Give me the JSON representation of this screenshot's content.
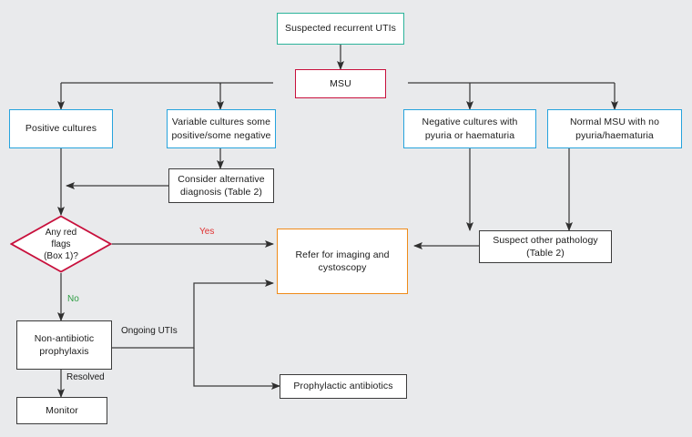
{
  "meta": {
    "title": "Suspected recurrent UTIs management flowchart",
    "background_color": "#e9eaec"
  },
  "palette": {
    "green": "#2bb39a",
    "red": "#c8103c",
    "blue": "#26a3dd",
    "orange": "#ef8b19",
    "dark": "#3b3b3b",
    "connector": "#3b3b3b",
    "yes_label": "#e03131",
    "no_label": "#2f9e44"
  },
  "nodes": {
    "start": {
      "label": "Suspected recurrent UTIs",
      "color": "green"
    },
    "msu": {
      "label": "MSU",
      "color": "red"
    },
    "positive_cultures": {
      "label": "Positive cultures",
      "color": "blue"
    },
    "variable_cultures": {
      "label": "Variable cultures some positive/some negative",
      "color": "blue"
    },
    "negative_cultures": {
      "label": "Negative cultures with pyuria or haematuria",
      "color": "blue"
    },
    "normal_msu": {
      "label": "Normal MSU with no pyuria/haematuria",
      "color": "blue"
    },
    "consider_alternative": {
      "label": "Consider alternative diagnosis (Table 2)",
      "color": "dark"
    },
    "red_flags": {
      "label": "Any red\nflags\n(Box 1)?",
      "color": "red"
    },
    "refer_imaging": {
      "label": "Refer for imaging and cystoscopy",
      "color": "orange"
    },
    "suspect_other": {
      "label": "Suspect other pathology (Table 2)",
      "color": "dark"
    },
    "non_antibiotic": {
      "label": "Non-antibiotic prophylaxis",
      "color": "dark"
    },
    "monitor": {
      "label": "Monitor",
      "color": "dark"
    },
    "prophylactic_antibiotics": {
      "label": "Prophylactic antibiotics",
      "color": "dark"
    }
  },
  "edge_labels": {
    "yes": "Yes",
    "no": "No",
    "ongoing_utis": "Ongoing UTIs",
    "resolved": "Resolved"
  }
}
